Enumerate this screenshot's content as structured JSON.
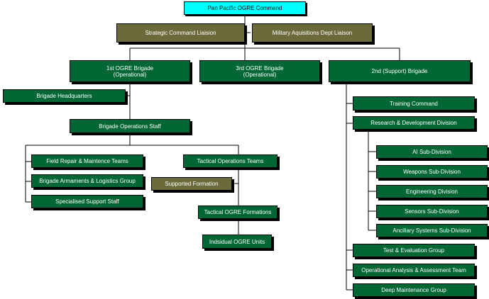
{
  "org": {
    "command": "Pan Pacific OGRE Command",
    "strategic": "Strategic Command Liaision",
    "military": "Military Aquisitions Dept Liaison",
    "b1_line1": "1st OGRE Brigade",
    "b1_line2": "(Operational)",
    "b3_line1": "3rd OGRE Brigade",
    "b3_line2": "(Operational)",
    "b2": "2nd (Support) Brigade",
    "brigade_hq": "Brigade Headquarters",
    "brigade_ops": "Brigade Operations Staff",
    "field_repair": "Field Repair & Maintence Teams",
    "armaments": "Brigade Armaments & Logistics Group",
    "specialised": "Specialised Support Staff",
    "tactical_teams": "Tactical Operations Teams",
    "supported": "Supported Formation",
    "tactical_formations": "Tactical OGRE Formations",
    "individual_units": "Indsidual OGRE Units",
    "training": "Training Command",
    "rnd": "Research & Development Division",
    "ai": "AI Sub-Division",
    "weapons": "Weapons Sub-Division",
    "engineering": "Engineering Division",
    "sensors": "Sensors Sub-Division",
    "ancillary": "Ancillary Systems Sub-Division",
    "test_eval": "Test & Evaluation Group",
    "operational_analysis": "Operational Analysis & Assessment Team",
    "deep_maintenance": "Deep Maintenance Group"
  },
  "colors": {
    "unit_fill": "#006633",
    "liaison_fill": "#6b6a3a",
    "command_fill": "#00ffff"
  }
}
